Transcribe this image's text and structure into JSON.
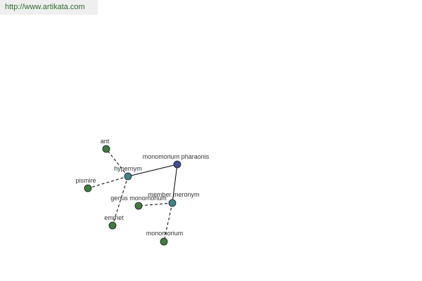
{
  "header": {
    "url": "http://www.artikata.com"
  },
  "graph": {
    "colors": {
      "center": "#3f4f96",
      "relation": "#3f8585",
      "term": "#3f7a3f",
      "edge": "#000000"
    },
    "nodes": [
      {
        "id": "monomorium-pharaonis",
        "label": "monomorium pharaonis",
        "kind": "center"
      },
      {
        "id": "hypernym",
        "label": "hypernym",
        "kind": "relation"
      },
      {
        "id": "member-meronym",
        "label": "member meronym",
        "kind": "relation"
      },
      {
        "id": "ant",
        "label": "ant",
        "kind": "term"
      },
      {
        "id": "pismire",
        "label": "pismire",
        "kind": "term"
      },
      {
        "id": "emmet",
        "label": "emmet",
        "kind": "term"
      },
      {
        "id": "genus-monomorium",
        "label": "genus monomorium",
        "kind": "term"
      },
      {
        "id": "monomorium",
        "label": "monomorium",
        "kind": "term"
      }
    ],
    "edges": [
      {
        "from": "monomorium-pharaonis",
        "to": "hypernym",
        "style": "solid"
      },
      {
        "from": "monomorium-pharaonis",
        "to": "member-meronym",
        "style": "solid"
      },
      {
        "from": "hypernym",
        "to": "ant",
        "style": "dashed"
      },
      {
        "from": "hypernym",
        "to": "pismire",
        "style": "dashed"
      },
      {
        "from": "hypernym",
        "to": "emmet",
        "style": "dashed"
      },
      {
        "from": "member-meronym",
        "to": "genus-monomorium",
        "style": "dashed"
      },
      {
        "from": "member-meronym",
        "to": "monomorium",
        "style": "dashed"
      }
    ]
  }
}
